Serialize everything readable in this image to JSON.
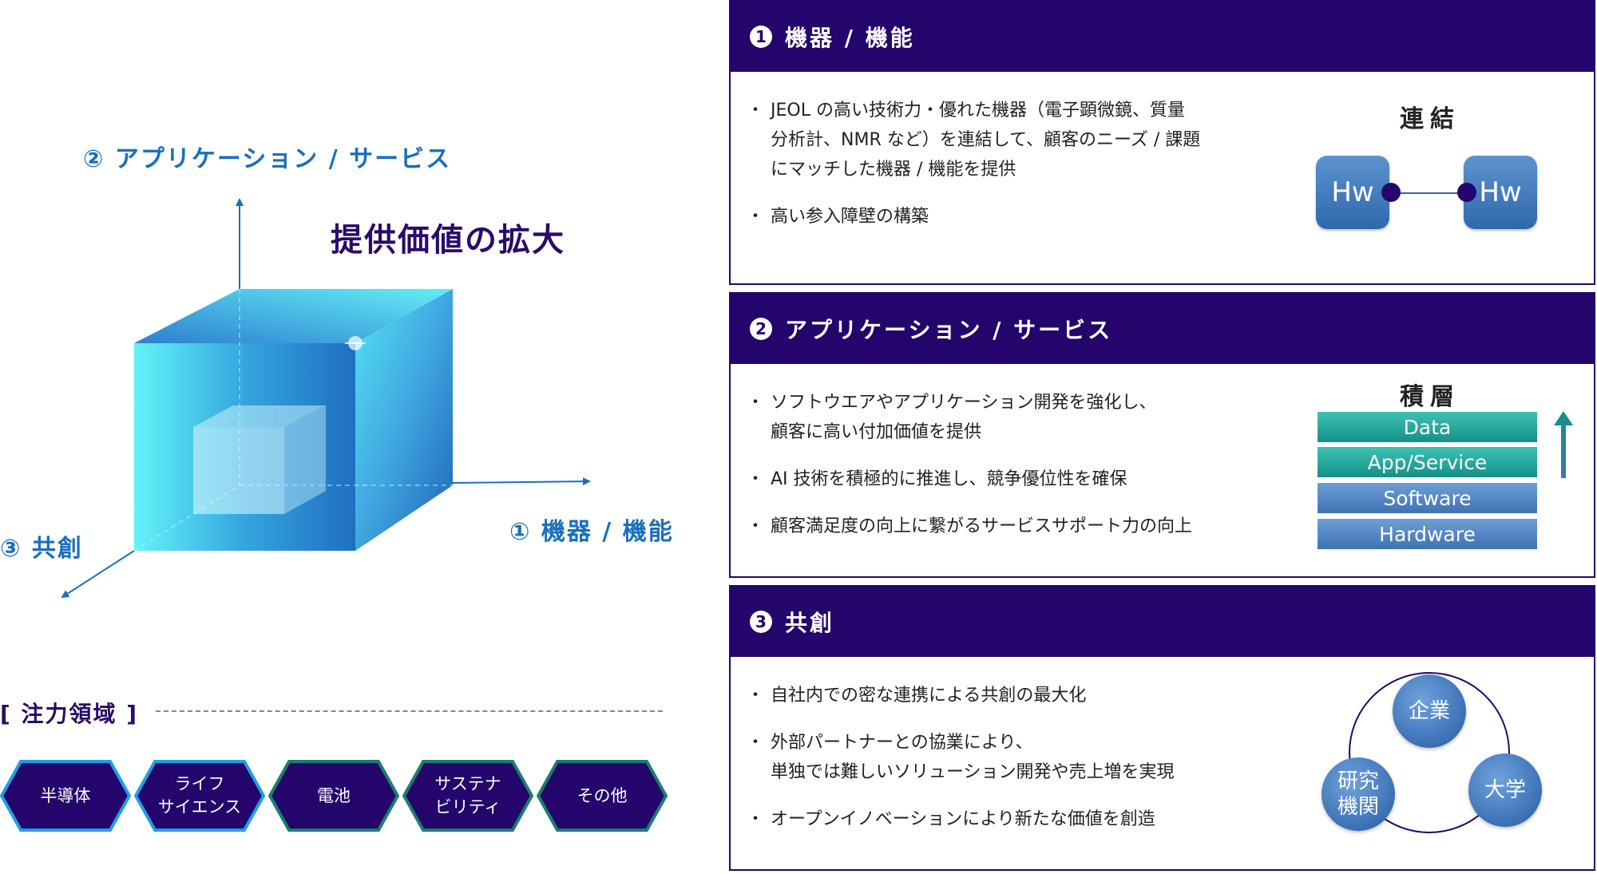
{
  "diagram": {
    "axis_app": "② アプリケーション / サービス",
    "axis_equip": "① 機器 / 機能",
    "axis_cocreate": "③ 共創",
    "title": "提供価値の拡大",
    "focus_title": "[ 注力領域 ]",
    "focus_areas": [
      "半導体",
      "ライフ\nサイエンス",
      "電池",
      "サステナ\nビリティ",
      "その他"
    ]
  },
  "panels": [
    {
      "num": "1",
      "title": "機器 / 機能",
      "bullets": [
        "JEOL の高い技術力・優れた機器（電子顕微鏡、質量\n分析計、NMR など）を連結して、顧客のニーズ / 課題\nにマッチした機器 / 機能を提供",
        "高い参入障壁の構築"
      ],
      "visual_title": "連結",
      "boxes": [
        "Hw",
        "Hw"
      ]
    },
    {
      "num": "2",
      "title": "アプリケーション / サービス",
      "bullets": [
        "ソフトウエアやアプリケーション開発を強化し、\n顧客に高い付加価値を提供",
        "AI 技術を積極的に推進し、競争優位性を確保",
        "顧客満足度の向上に繋がるサービスサポート力の向上"
      ],
      "visual_title": "積層",
      "layers": [
        "Data",
        "App/Service",
        "Software",
        "Hardware"
      ]
    },
    {
      "num": "3",
      "title": "共創",
      "bullets": [
        "自社内での密な連携による共創の最大化",
        "外部パートナーとの協業により、\n単独では難しいソリューション開発や売上増を実現",
        "オープンイノベーションにより新たな価値を創造"
      ],
      "circles": [
        "企業",
        "研究\n機関",
        "大学"
      ]
    }
  ],
  "colors": {
    "navy": "#24056b",
    "axis_blue": "#1a6fc0",
    "teal": "#149088",
    "steel_blue": "#3e72b4"
  }
}
